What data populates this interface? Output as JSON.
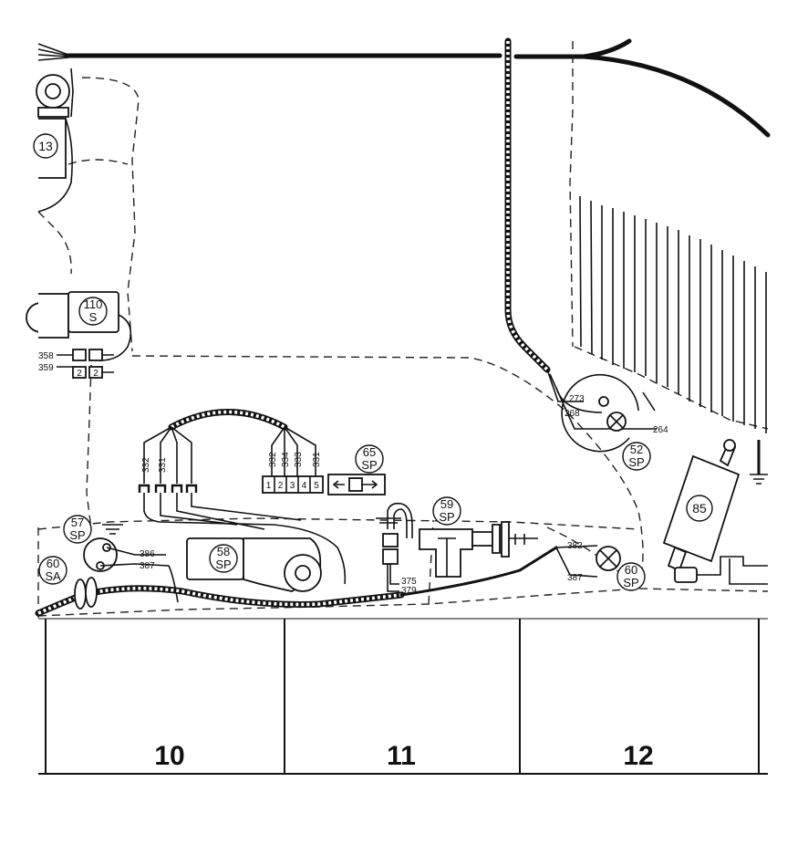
{
  "components": {
    "c13": {
      "num": "13"
    },
    "c110": {
      "num": "110",
      "sub": "S"
    },
    "c57": {
      "num": "57",
      "sub": "SP"
    },
    "c58": {
      "num": "58",
      "sub": "SP"
    },
    "c59": {
      "num": "59",
      "sub": "SP"
    },
    "c60sa": {
      "num": "60",
      "sub": "SA"
    },
    "c60sp": {
      "num": "60",
      "sub": "SP"
    },
    "c65": {
      "num": "65",
      "sub": "SP"
    },
    "c52": {
      "num": "52",
      "sub": "SP"
    },
    "c85": {
      "num": "85"
    }
  },
  "wires": {
    "w358": "358",
    "w359": "359",
    "w2a": "2",
    "w2b": "2",
    "w273": "273",
    "w268": "268",
    "w264": "264",
    "w332a": "332",
    "w331a": "331",
    "w332b": "332",
    "w334": "334",
    "w333": "333",
    "w331b": "331",
    "w386": "386",
    "w387a": "387",
    "w375": "375",
    "w379": "379",
    "w382": "382",
    "w387b": "387"
  },
  "connector_pins": [
    "1",
    "2",
    "3",
    "4",
    "5"
  ],
  "grid": {
    "cols": [
      "10",
      "11",
      "12"
    ]
  }
}
